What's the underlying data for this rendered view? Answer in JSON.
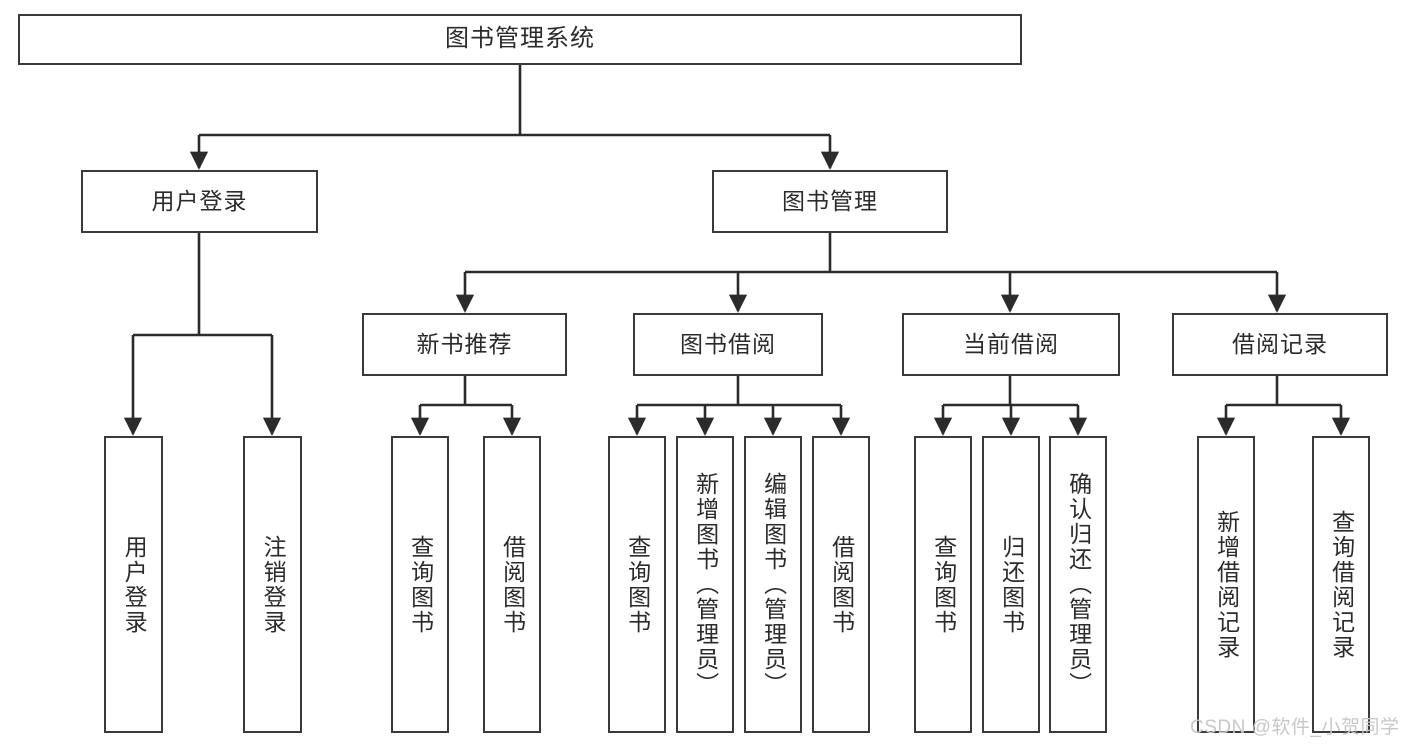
{
  "diagram": {
    "title": "图书管理系统",
    "type": "tree-hierarchy-chart",
    "watermark": "CSDN @软件_小贺同学",
    "colors": {
      "border": "#3a3a3a",
      "text": "#2b2b2b",
      "background": "#ffffff",
      "connector": "#2b2b2b",
      "watermark": "#c8c8c8"
    },
    "nodes": {
      "root": {
        "label": "图书管理系统"
      },
      "level2": [
        {
          "label": "用户登录"
        },
        {
          "label": "图书管理"
        }
      ],
      "level3": [
        {
          "label": "新书推荐"
        },
        {
          "label": "图书借阅"
        },
        {
          "label": "当前借阅"
        },
        {
          "label": "借阅记录"
        }
      ],
      "leaves_user_login": [
        {
          "label": "用户登录"
        },
        {
          "label": "注销登录"
        }
      ],
      "leaves_new_book": [
        {
          "label": "查询图书"
        },
        {
          "label": "借阅图书"
        }
      ],
      "leaves_borrow": [
        {
          "label": "查询图书"
        },
        {
          "label": "新增图书（管理员）"
        },
        {
          "label": "编辑图书（管理员）"
        },
        {
          "label": "借阅图书"
        }
      ],
      "leaves_current": [
        {
          "label": "查询图书"
        },
        {
          "label": "归还图书"
        },
        {
          "label": "确认归还（管理员）"
        }
      ],
      "leaves_records": [
        {
          "label": "新增借阅记录"
        },
        {
          "label": "查询借阅记录"
        }
      ]
    }
  }
}
